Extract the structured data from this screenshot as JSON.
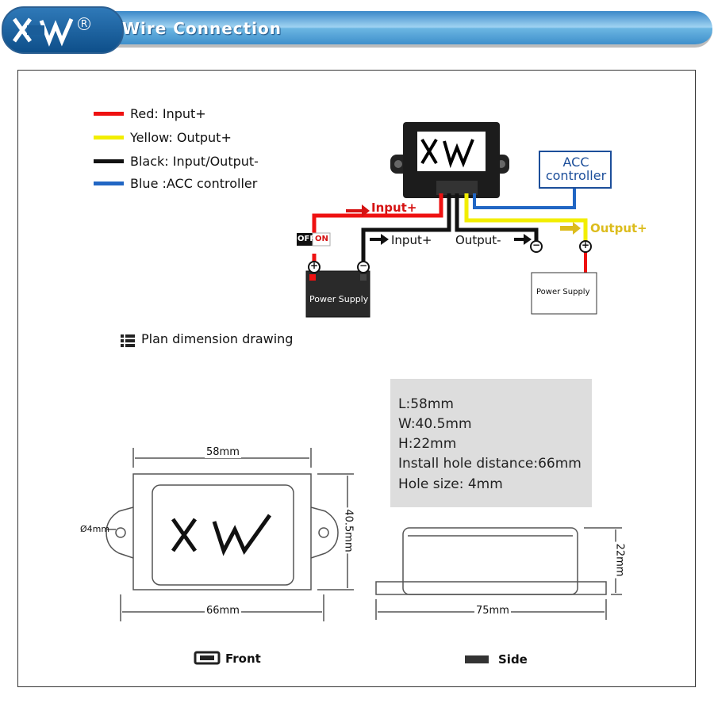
{
  "header": {
    "title": "Wire Connection",
    "reg_mark": "R"
  },
  "legend": [
    {
      "color": "#ee1111",
      "label": "Red: Input+"
    },
    {
      "color": "#f2ee00",
      "label": "Yellow: Output+"
    },
    {
      "color": "#111111",
      "label": "Black: Input/Output-"
    },
    {
      "color": "#2166c4",
      "label": "Blue :ACC controller"
    }
  ],
  "wiring": {
    "acc_line1": "ACC",
    "acc_line2": "controller",
    "input_plus_red": "Input+",
    "input_plus": "Input+",
    "output_minus": "Output-",
    "output_plus": "Output+",
    "switch_off": "OFF",
    "switch_on": "ON",
    "power_supply_left": "Power Supply",
    "power_supply_right": "Power Supply",
    "plus_sign": "+",
    "minus_sign": "−"
  },
  "plan_title": "Plan dimension drawing",
  "specs": [
    "L:58mm",
    "W:40.5mm",
    "H:22mm",
    "Install hole distance:66mm",
    "Hole size: 4mm"
  ],
  "front": {
    "dim_top": "58mm",
    "dim_right": "40.5mm",
    "dim_bottom": "66mm",
    "dim_hole": "Ø4mm",
    "caption": "Front"
  },
  "side": {
    "dim_right": "22mm",
    "dim_bottom": "75mm",
    "caption": "Side"
  }
}
